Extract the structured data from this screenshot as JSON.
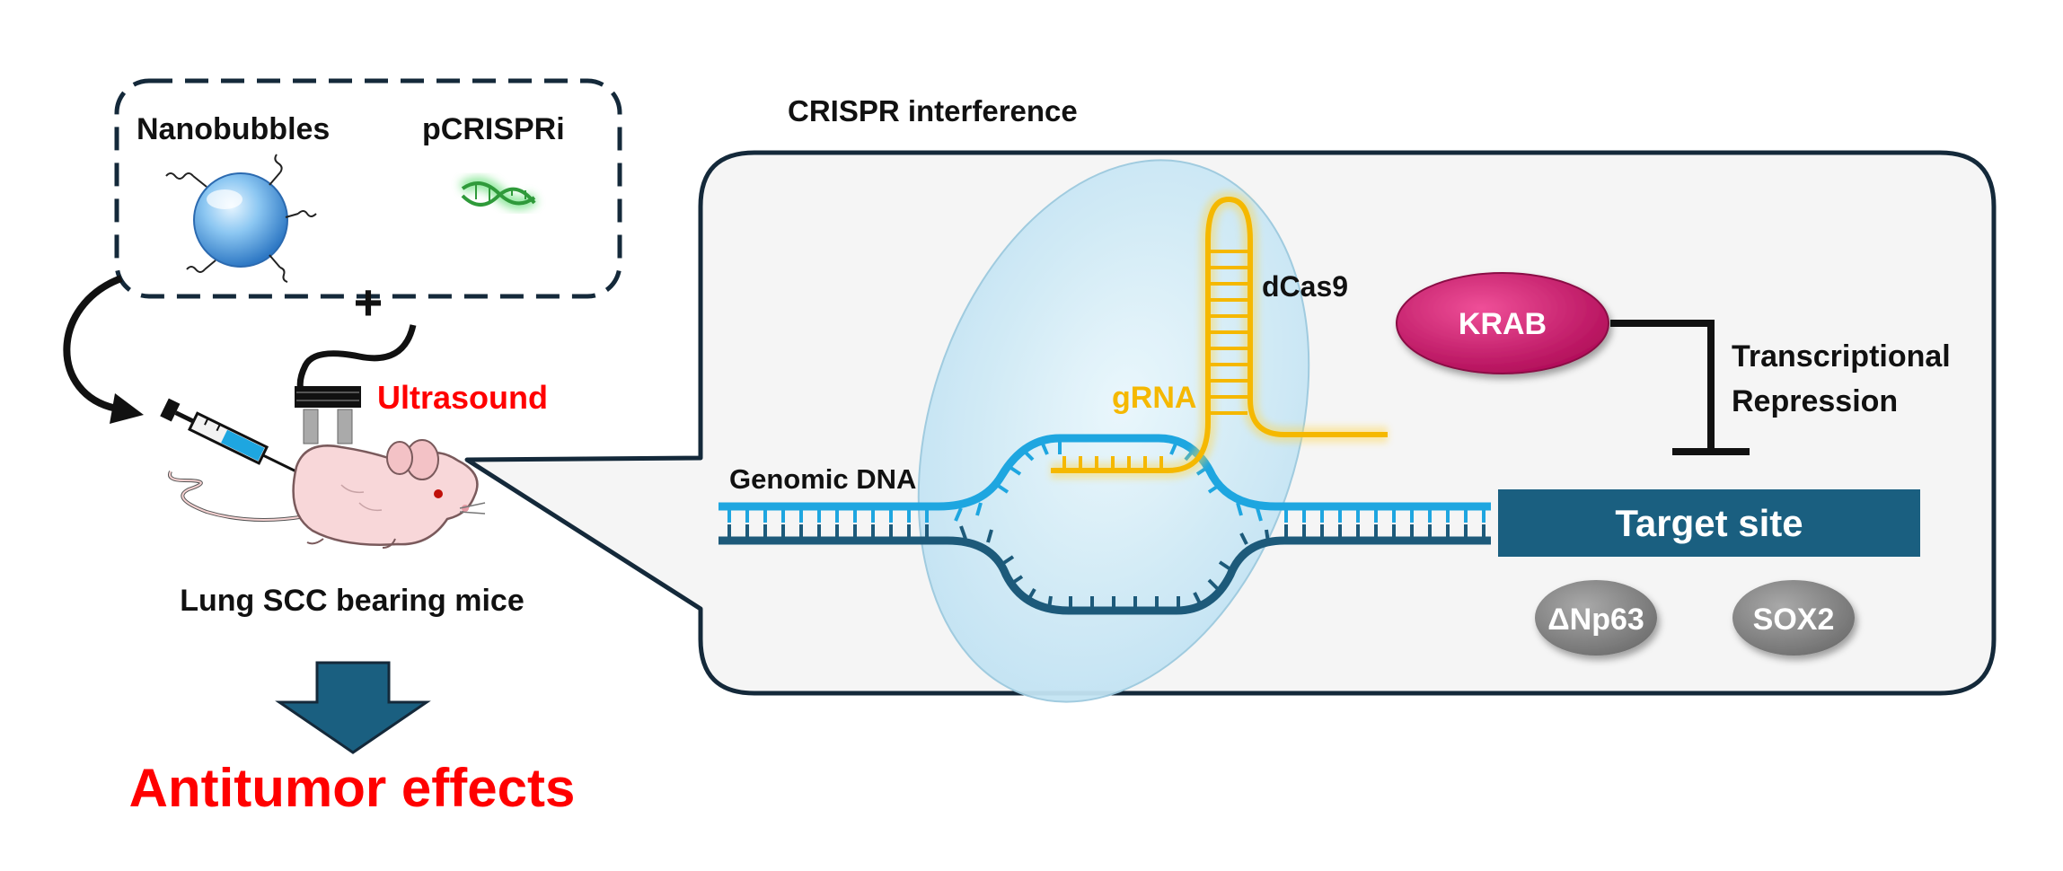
{
  "left_panel": {
    "nanobubbles_label": "Nanobubbles",
    "pcrispri_label": "pCRISPRi",
    "plus_sign": "+",
    "ultrasound_label": "Ultrasound",
    "mice_label": "Lung SCC bearing mice",
    "result_label": "Antitumor effects"
  },
  "right_panel": {
    "title": "CRISPR interference",
    "dcas9_label": "dCas9",
    "grna_label": "gRNA",
    "krab_label": "KRAB",
    "repression_line1": "Transcriptional",
    "repression_line2": "Repression",
    "genomic_dna_label": "Genomic DNA",
    "target_site_label": "Target site",
    "targets": [
      "ΔNp63",
      "SOX2"
    ]
  },
  "colors": {
    "panel_border": "#14293a",
    "dna_light": "#1ea6e0",
    "dna_dark": "#1d5a7a",
    "grna": "#f5b800",
    "krab": "#d6146e",
    "target_site": "#1a5f80",
    "target_gene": "#8a8a8a",
    "highlight_red": "#ff0000",
    "arrow_fill": "#1a5f80"
  }
}
